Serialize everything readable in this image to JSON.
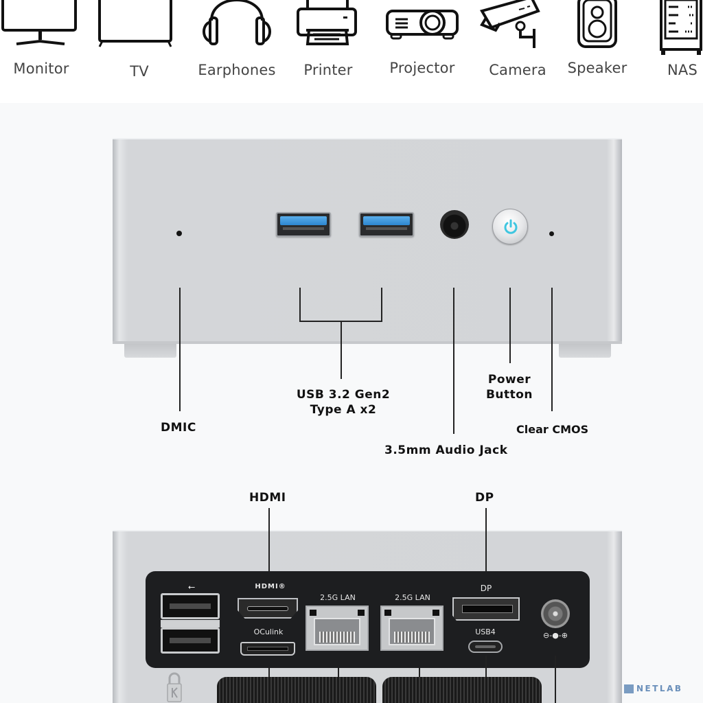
{
  "devices": [
    {
      "label": "Monitor",
      "icon": "monitor-icon"
    },
    {
      "label": "TV",
      "icon": "tv-icon"
    },
    {
      "label": "Earphones",
      "icon": "headphones-icon"
    },
    {
      "label": "Printer",
      "icon": "printer-icon"
    },
    {
      "label": "Projector",
      "icon": "projector-icon"
    },
    {
      "label": "Camera",
      "icon": "security-camera-icon"
    },
    {
      "label": "Speaker",
      "icon": "speaker-icon"
    },
    {
      "label": "NAS",
      "icon": "nas-server-icon"
    }
  ],
  "front_panel": {
    "callouts": {
      "dmic": "DMIC",
      "usb_line1": "USB 3.2 Gen2",
      "usb_line2": "Type A x2",
      "audio": "3.5mm Audio Jack",
      "power_line1": "Power",
      "power_line2": "Button",
      "cmos": "Clear CMOS"
    },
    "accent_color": "#3fc6e0"
  },
  "rear_panel": {
    "callouts": {
      "hdmi": "HDMI",
      "dp": "DP"
    },
    "port_labels": {
      "usb_symbol": "⭠",
      "hdmi_logo": "HDMI®",
      "oculink": "OCulink",
      "lan1": "2.5G LAN",
      "lan2": "2.5G LAN",
      "dp": "DP",
      "usb4": "USB4",
      "dc_polarity": "⊖-●-⊕"
    }
  },
  "watermark": {
    "brand": "NETLAB",
    "color": "#6a8fba"
  }
}
